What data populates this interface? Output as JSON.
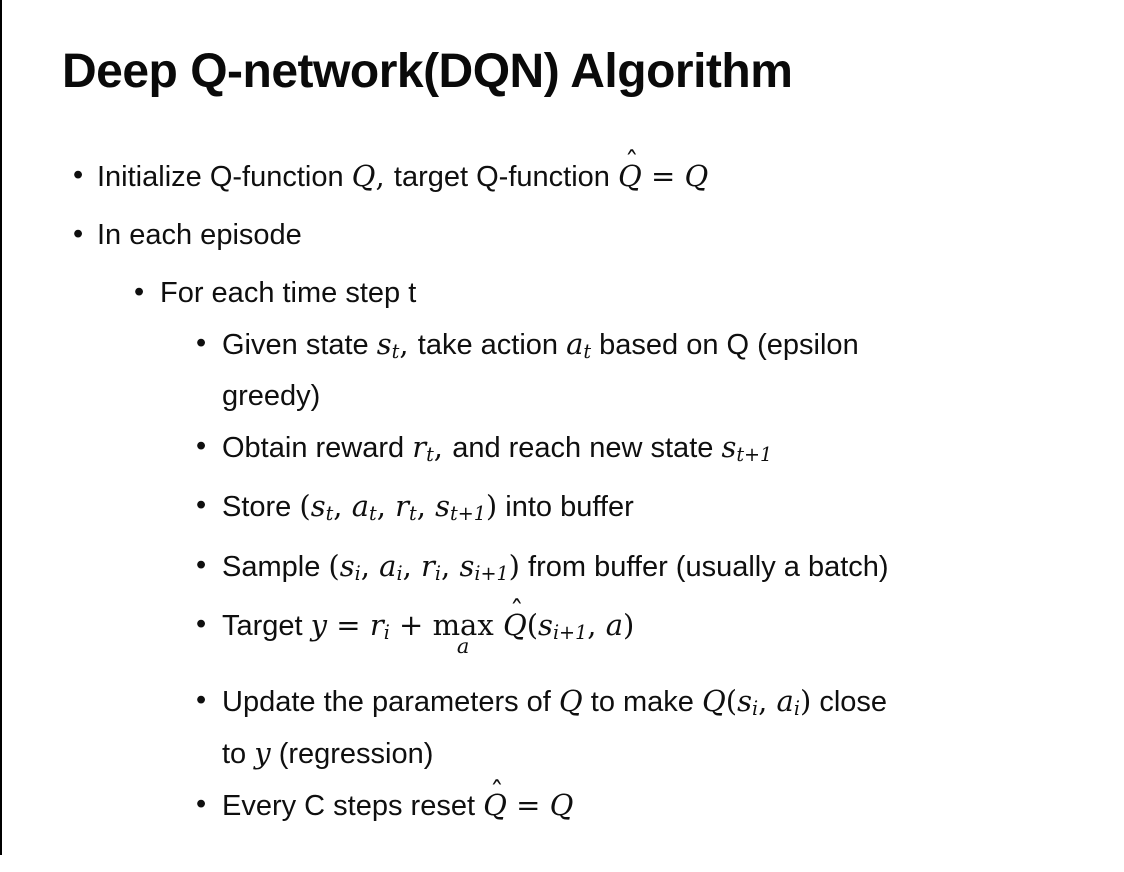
{
  "slide": {
    "title": "Deep Q-network(DQN) Algorithm",
    "colors": {
      "background": "#ffffff",
      "text": "#0f0f0f",
      "border": "#000000"
    },
    "bullets": [
      {
        "level": 1,
        "segments": [
          {
            "k": "t",
            "v": "Initialize Q-function "
          },
          {
            "k": "m",
            "v": "Q"
          },
          {
            "k": "r",
            "v": ", "
          },
          {
            "k": "t",
            "v": "target Q-function "
          },
          {
            "k": "hat",
            "v": "Q"
          },
          {
            "k": "r",
            "v": " = "
          },
          {
            "k": "m",
            "v": "Q"
          }
        ]
      },
      {
        "level": 1,
        "segments": [
          {
            "k": "t",
            "v": "In each episode"
          }
        ]
      },
      {
        "level": 2,
        "segments": [
          {
            "k": "t",
            "v": "For each time step t"
          }
        ]
      },
      {
        "level": 3,
        "segments": [
          {
            "k": "t",
            "v": "Given state "
          },
          {
            "k": "ms",
            "b": "s",
            "s": "t"
          },
          {
            "k": "r",
            "v": ", "
          },
          {
            "k": "t",
            "v": "take action "
          },
          {
            "k": "ms",
            "b": "a",
            "s": "t"
          },
          {
            "k": "t",
            "v": " based on Q (epsilon"
          }
        ]
      },
      {
        "level": 3,
        "cont": true,
        "segments": [
          {
            "k": "t",
            "v": "greedy)"
          }
        ]
      },
      {
        "level": 3,
        "segments": [
          {
            "k": "t",
            "v": "Obtain reward "
          },
          {
            "k": "ms",
            "b": "r",
            "s": "t"
          },
          {
            "k": "r",
            "v": ", "
          },
          {
            "k": "t",
            "v": "and reach new state "
          },
          {
            "k": "ms",
            "b": "s",
            "s": "t+1"
          }
        ]
      },
      {
        "level": 3,
        "segments": [
          {
            "k": "t",
            "v": "Store "
          },
          {
            "k": "r",
            "v": "("
          },
          {
            "k": "ms",
            "b": "s",
            "s": "t"
          },
          {
            "k": "r",
            "v": ", "
          },
          {
            "k": "ms",
            "b": "a",
            "s": "t"
          },
          {
            "k": "r",
            "v": ", "
          },
          {
            "k": "ms",
            "b": "r",
            "s": "t"
          },
          {
            "k": "r",
            "v": ", "
          },
          {
            "k": "ms",
            "b": "s",
            "s": "t+1"
          },
          {
            "k": "r",
            "v": ")"
          },
          {
            "k": "t",
            "v": " into buffer"
          }
        ]
      },
      {
        "level": 3,
        "segments": [
          {
            "k": "t",
            "v": "Sample "
          },
          {
            "k": "r",
            "v": "("
          },
          {
            "k": "ms",
            "b": "s",
            "s": "i"
          },
          {
            "k": "r",
            "v": ", "
          },
          {
            "k": "ms",
            "b": "a",
            "s": "i"
          },
          {
            "k": "r",
            "v": ", "
          },
          {
            "k": "ms",
            "b": "r",
            "s": "i"
          },
          {
            "k": "r",
            "v": ", "
          },
          {
            "k": "ms",
            "b": "s",
            "s": "i+1"
          },
          {
            "k": "r",
            "v": ")"
          },
          {
            "k": "t",
            "v": " from buffer (usually a batch)"
          }
        ]
      },
      {
        "level": 3,
        "segments": [
          {
            "k": "t",
            "v": "Target "
          },
          {
            "k": "m",
            "v": "y"
          },
          {
            "k": "r",
            "v": " = "
          },
          {
            "k": "ms",
            "b": "r",
            "s": "i"
          },
          {
            "k": "r",
            "v": " + "
          },
          {
            "k": "under",
            "v": "max",
            "s": "a"
          },
          {
            "k": "r",
            "v": " "
          },
          {
            "k": "hat",
            "v": "Q"
          },
          {
            "k": "r",
            "v": "("
          },
          {
            "k": "ms",
            "b": "s",
            "s": "i+1"
          },
          {
            "k": "r",
            "v": ", "
          },
          {
            "k": "m",
            "v": "a"
          },
          {
            "k": "r",
            "v": ")"
          }
        ]
      },
      {
        "level": 3,
        "segments": [
          {
            "k": "t",
            "v": "Update the parameters of "
          },
          {
            "k": "m",
            "v": "Q"
          },
          {
            "k": "t",
            "v": " to make "
          },
          {
            "k": "m",
            "v": "Q"
          },
          {
            "k": "r",
            "v": "("
          },
          {
            "k": "ms",
            "b": "s",
            "s": "i"
          },
          {
            "k": "r",
            "v": ", "
          },
          {
            "k": "ms",
            "b": "a",
            "s": "i"
          },
          {
            "k": "r",
            "v": ")"
          },
          {
            "k": "t",
            "v": " close"
          }
        ]
      },
      {
        "level": 3,
        "cont": true,
        "segments": [
          {
            "k": "t",
            "v": "to "
          },
          {
            "k": "m",
            "v": "y"
          },
          {
            "k": "t",
            "v": " (regression)"
          }
        ]
      },
      {
        "level": 3,
        "segments": [
          {
            "k": "t",
            "v": "Every C steps reset "
          },
          {
            "k": "hat",
            "v": "Q"
          },
          {
            "k": "r",
            "v": " = "
          },
          {
            "k": "m",
            "v": "Q"
          }
        ]
      }
    ]
  }
}
